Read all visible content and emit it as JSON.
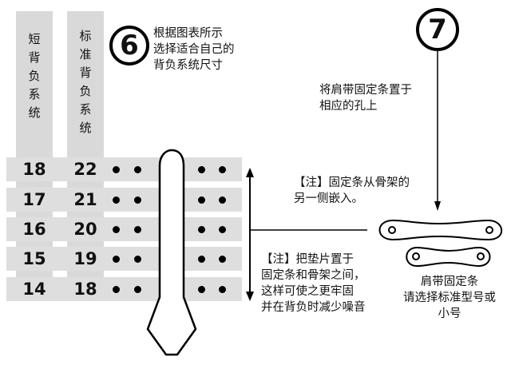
{
  "columns": {
    "short": "短背负系统",
    "standard": "标准背负系统"
  },
  "rows": [
    {
      "short": "18",
      "standard": "22"
    },
    {
      "short": "17",
      "standard": "21"
    },
    {
      "short": "16",
      "standard": "20"
    },
    {
      "short": "15",
      "standard": "19"
    },
    {
      "short": "14",
      "standard": "18"
    }
  ],
  "step6": {
    "number": "6",
    "lines": [
      "根据图表所示",
      "选择适合自己的",
      "背负系统尺寸"
    ]
  },
  "step7": {
    "number": "7",
    "lines": [
      "将肩带固定条置于",
      "相应的孔上"
    ]
  },
  "note_insert": {
    "lines": [
      "【注】固定条从骨架的",
      "另一侧嵌入。"
    ]
  },
  "note_pad": {
    "lines": [
      "【注】把垫片置于",
      "固定条和骨架之间，",
      "这样可使之更牢固",
      "并在背负时减少噪音"
    ]
  },
  "strap_label": {
    "lines": [
      "肩带固定条",
      "请选择标准型号或",
      "小号"
    ]
  }
}
